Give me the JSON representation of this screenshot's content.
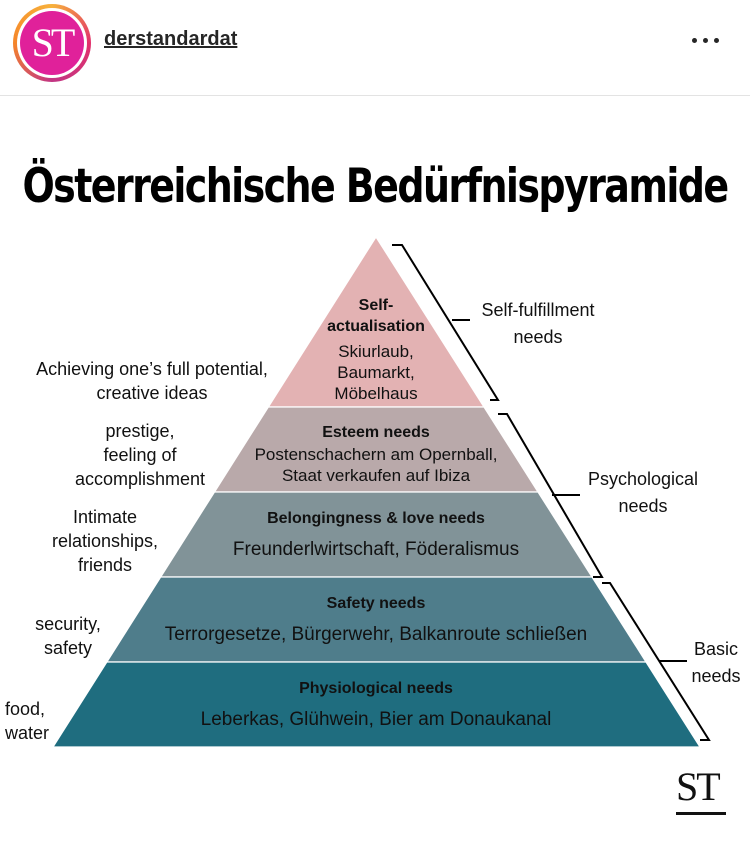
{
  "header": {
    "avatar_text": "ST",
    "username": "derstandardat",
    "more_icon": "ellipsis-horizontal-icon"
  },
  "post": {
    "title": "Österreichische Bedürfnispyramide",
    "levels": [
      {
        "heading_lines": [
          "Self-",
          "actualisation"
        ],
        "body_lines": [
          "Skiurlaub,",
          "Baumarkt,",
          "Möbelhaus"
        ],
        "color": "#e3b2b3"
      },
      {
        "heading_lines": [
          "Esteem needs"
        ],
        "body_lines": [
          "Postenschachern am Opernball,",
          "Staat verkaufen auf Ibiza"
        ],
        "color": "#b9a9aa"
      },
      {
        "heading_lines": [
          "Belongingness & love needs"
        ],
        "body_lines": [
          "Freunderlwirtschaft, Föderalismus"
        ],
        "color": "#819398"
      },
      {
        "heading_lines": [
          "Safety needs"
        ],
        "body_lines": [
          "Terrorgesetze, Bürgerwehr, Balkanroute schließen"
        ],
        "color": "#4f7d8b"
      },
      {
        "heading_lines": [
          "Physiological needs"
        ],
        "body_lines": [
          "Leberkas, Glühwein, Bier am Donaukanal"
        ],
        "color": "#1f6d7f"
      }
    ],
    "left_labels": [
      [
        "Achieving one’s full potential,",
        "creative ideas"
      ],
      [
        "prestige,",
        "feeling of",
        "accomplishment"
      ],
      [
        "Intimate",
        "relationships,",
        "friends"
      ],
      [
        "security,",
        "safety"
      ],
      [
        "food,",
        "water"
      ]
    ],
    "right_labels": [
      [
        "Self-fulfillment",
        "needs"
      ],
      [
        "Psychological",
        "needs"
      ],
      [
        "Basic",
        "needs"
      ]
    ],
    "footer_logo": "ST"
  }
}
